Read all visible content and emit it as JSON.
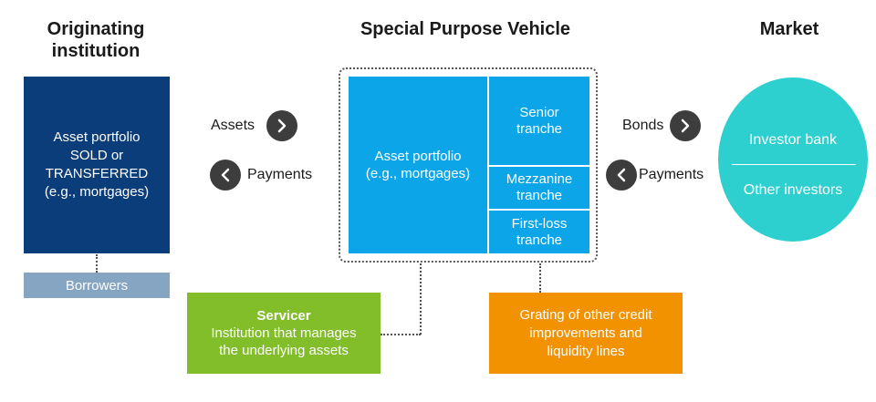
{
  "headers": {
    "originating_line1": "Originating",
    "originating_line2": "institution",
    "spv": "Special Purpose Vehicle",
    "market": "Market"
  },
  "originating_box": {
    "line1": "Asset portfolio",
    "line2": "SOLD or",
    "line3": "TRANSFERRED",
    "line4": "(e.g., mortgages)"
  },
  "borrowers": "Borrowers",
  "flows": {
    "assets": "Assets",
    "payments_left": "Payments",
    "bonds": "Bonds",
    "payments_right": "Payments"
  },
  "spv": {
    "portfolio_line1": "Asset portfolio",
    "portfolio_line2": "(e.g., mortgages)",
    "senior_line1": "Senior",
    "senior_line2": "tranche",
    "mezz_line1": "Mezzanine",
    "mezz_line2": "tranche",
    "firstloss_line1": "First-loss",
    "firstloss_line2": "tranche"
  },
  "market": {
    "investor_bank": "Investor bank",
    "other_investors": "Other investors"
  },
  "servicer": {
    "title": "Servicer",
    "line1": "Institution that manages",
    "line2": "the underlying assets"
  },
  "grating": {
    "line1": "Grating of other credit",
    "line2": "improvements and",
    "line3": "liquidity lines"
  },
  "colors": {
    "navy": "#0b3d7a",
    "blue": "#0ba5e8",
    "borrowers": "#85a5c2",
    "teal": "#2ecfcf",
    "green": "#82bd2a",
    "orange": "#f39200",
    "button": "#3d3d3d"
  },
  "icons": {
    "right": "chevron-right-icon",
    "left": "chevron-left-icon"
  }
}
